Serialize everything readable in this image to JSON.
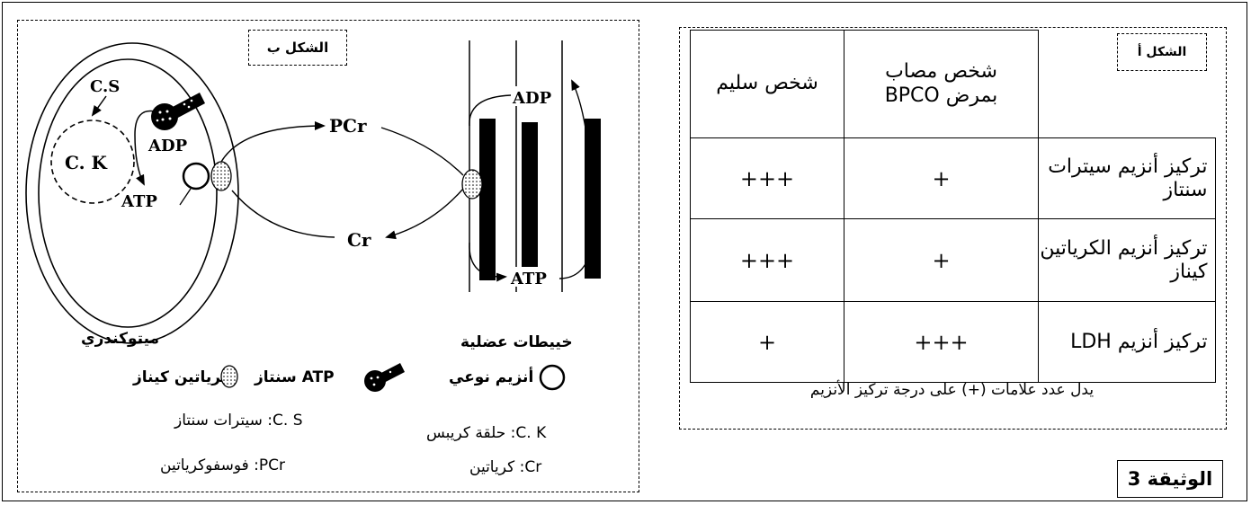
{
  "figure_b": {
    "title": "الشكل ب",
    "mito_label": "ميتوكندري",
    "myofibril_label": "خييطات عضلية",
    "diagram_labels": {
      "cs": "C.S",
      "ck": "C. K",
      "adp_mito": "ADP",
      "atp_mito": "ATP",
      "pcr": "PCr",
      "cr": "Cr",
      "adp_fiber": "ADP",
      "atp_fiber": "ATP"
    },
    "legend": {
      "atp_synthase": "ATP سنتاز",
      "creatine_kinase": "كرياتين كيناز",
      "specific_enzyme": "أنزيم نوعي",
      "cs_def": "C. S: سيترات سنتاز",
      "ck_def": "C. K: حلقة كريبس",
      "pcr_def": "PCr: فوسفوكرياتين",
      "cr_def": "Cr: كرياتين"
    }
  },
  "figure_a": {
    "title": "الشكل أ",
    "headers": {
      "patient": "شخص مصاب بمرض BPCO",
      "healthy": "شخص سليم"
    },
    "rows": [
      {
        "label": "تركيز أنزيم سيترات سنتاز",
        "patient": "+",
        "healthy": "+++"
      },
      {
        "label": "تركيز أنزيم الكرياتين كيناز",
        "patient": "+",
        "healthy": "+++"
      },
      {
        "label": "تركيز أنزيم LDH",
        "patient": "+++",
        "healthy": "+"
      }
    ],
    "caption": "يدل عدد علامات (+) على درجة تركيز الأنزيم"
  },
  "document_label": "الوثيقة 3"
}
